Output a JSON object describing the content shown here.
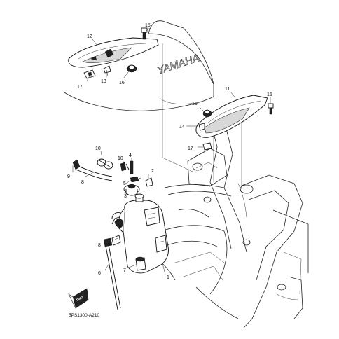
{
  "diagram": {
    "brand_text": "YAMAHA",
    "drawing_code": "5PS1300-A210",
    "forward_label": "FWD",
    "callouts": [
      {
        "id": "c1",
        "label": "1"
      },
      {
        "id": "c2",
        "label": "2"
      },
      {
        "id": "c3",
        "label": "3"
      },
      {
        "id": "c4",
        "label": "4"
      },
      {
        "id": "c5",
        "label": "5"
      },
      {
        "id": "c6",
        "label": "6"
      },
      {
        "id": "c7",
        "label": "7"
      },
      {
        "id": "c8",
        "label": "8"
      },
      {
        "id": "c9",
        "label": "9"
      },
      {
        "id": "c10a",
        "label": "10"
      },
      {
        "id": "c10b",
        "label": "10"
      },
      {
        "id": "c11",
        "label": "11"
      },
      {
        "id": "c12",
        "label": "12"
      },
      {
        "id": "c13",
        "label": "13"
      },
      {
        "id": "c14a",
        "label": "14"
      },
      {
        "id": "c14b",
        "label": "14"
      },
      {
        "id": "c15a",
        "label": "15"
      },
      {
        "id": "c15b",
        "label": "15"
      },
      {
        "id": "c16a",
        "label": "16"
      },
      {
        "id": "c16b",
        "label": "16"
      },
      {
        "id": "c17a",
        "label": "17"
      },
      {
        "id": "c17b",
        "label": "17"
      }
    ]
  }
}
